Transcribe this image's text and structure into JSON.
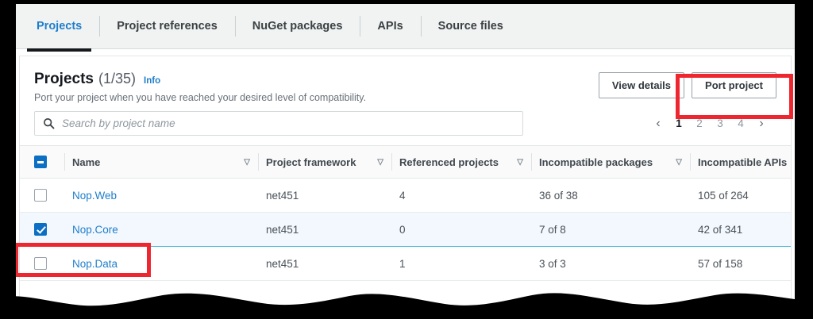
{
  "tabs": [
    {
      "label": "Projects",
      "active": true
    },
    {
      "label": "Project references",
      "active": false
    },
    {
      "label": "NuGet packages",
      "active": false
    },
    {
      "label": "APIs",
      "active": false
    },
    {
      "label": "Source files",
      "active": false
    }
  ],
  "header": {
    "title": "Projects",
    "count": "(1/35)",
    "info_link": "Info",
    "subtitle": "Port your project when you have reached your desired level of compatibility.",
    "view_details_label": "View details",
    "port_project_label": "Port project"
  },
  "search": {
    "placeholder": "Search by project name",
    "value": "",
    "icon": "search-icon"
  },
  "pagination": {
    "prev": "‹",
    "next": "›",
    "pages": [
      "1",
      "2",
      "3",
      "4"
    ],
    "current": "1"
  },
  "table": {
    "select_all_state": "indeterminate",
    "columns": [
      {
        "label": "Name",
        "sortable": true
      },
      {
        "label": "Project framework",
        "sortable": true
      },
      {
        "label": "Referenced projects",
        "sortable": true
      },
      {
        "label": "Incompatible packages",
        "sortable": true
      },
      {
        "label": "Incompatible APIs",
        "sortable": true
      }
    ],
    "sort_caret": "▽",
    "rows": [
      {
        "checked": false,
        "name": "Nop.Web",
        "framework": "net451",
        "referenced_projects": "4",
        "incompatible_packages": "36 of 38",
        "incompatible_apis": "105 of 264",
        "selected": false
      },
      {
        "checked": true,
        "name": "Nop.Core",
        "framework": "net451",
        "referenced_projects": "0",
        "incompatible_packages": "7 of 8",
        "incompatible_apis": "42 of 341",
        "selected": true
      },
      {
        "checked": false,
        "name": "Nop.Data",
        "framework": "net451",
        "referenced_projects": "1",
        "incompatible_packages": "3 of 3",
        "incompatible_apis": "57 of 158",
        "selected": false
      }
    ]
  },
  "annotations": {
    "color": "#ee2630",
    "boxes": [
      "port-project-button",
      "nop-core-row-checkbox"
    ]
  },
  "colors": {
    "accent_link": "#1f7ecb",
    "selected_row_bg": "#f2f8fd",
    "selected_row_border": "#44b9d6",
    "checkbox_fill": "#0d6fc4",
    "tabbar_bg": "#f1f3f3",
    "annotation_red": "#ee2630"
  }
}
